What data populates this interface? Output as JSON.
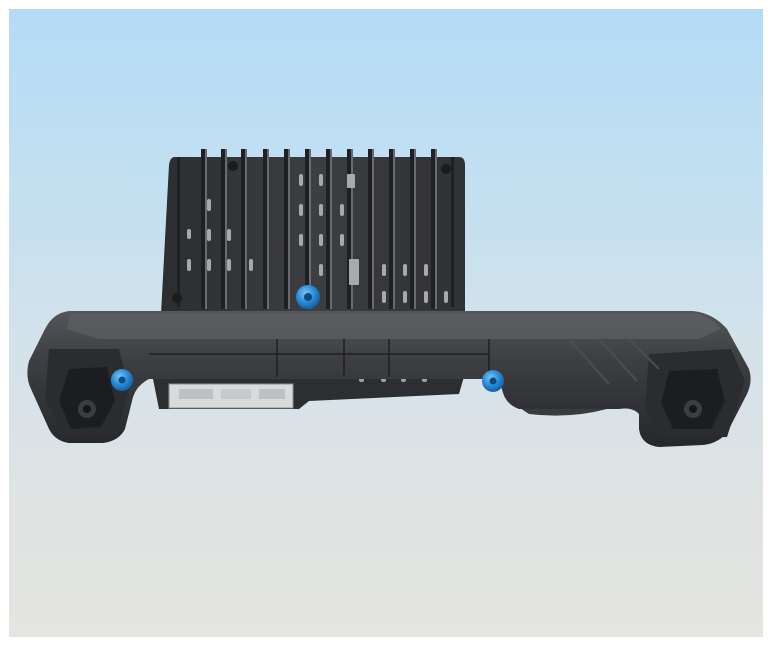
{
  "scene": {
    "description_visible_text": "",
    "colors": {
      "background_top": "#b4dbf6",
      "background_bottom": "#e4e4e0",
      "housing": "#3b3c3f",
      "housing_dark": "#232427",
      "housing_light": "#5a5b5f",
      "screw": "#1e88d6",
      "connector": "#d9dadb"
    },
    "objects": {
      "heatsink": "heatsink-plate",
      "bracket": "mounting-bracket",
      "screws": [
        "screw-center",
        "screw-left",
        "screw-right"
      ],
      "connector": "connector-port"
    }
  }
}
